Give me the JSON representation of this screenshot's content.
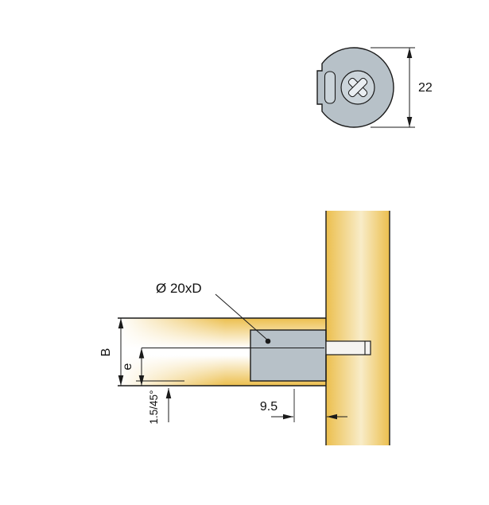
{
  "drawing": {
    "top_view": {
      "height_dim": "22"
    },
    "section_view": {
      "diameter_label": "Ø 20xD",
      "thickness_label": "B",
      "offset_label": "e",
      "chamfer_label": "1.5/45°",
      "depth_label": "9.5"
    },
    "colors": {
      "metal": "#b7c1c8",
      "metal_light": "#cbd4da",
      "cross": "#e9eef2",
      "dowel": "#f5f4f1",
      "wood": "#ecbf4e",
      "wood_light": "#f8ecc8",
      "line": "#1a1a1a"
    }
  }
}
